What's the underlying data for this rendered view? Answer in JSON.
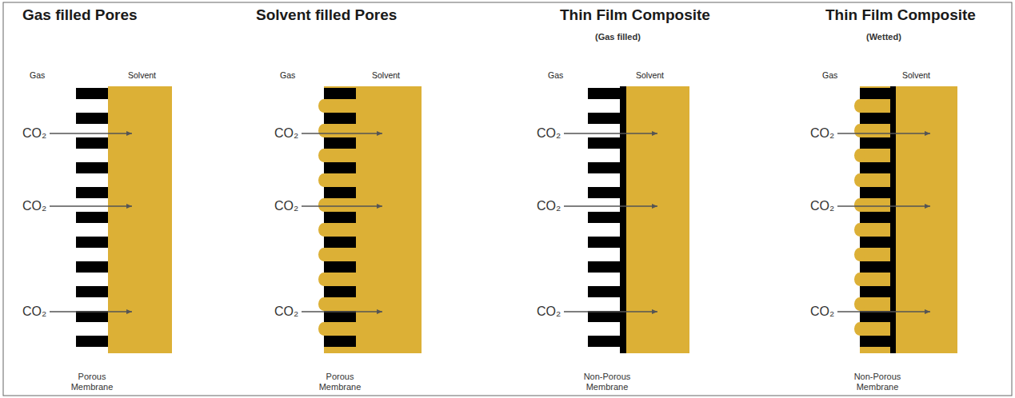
{
  "diagram": {
    "labels": [
      "Gas filled Pores",
      "Gas",
      "Solvent",
      "CO₂",
      "CO₂",
      "CO₂",
      "Porous Membrane",
      "Solvent filled Pores",
      "Gas",
      "Solvent",
      "CO₂",
      "CO₂",
      "CO₂",
      "Porous Membrane",
      "Thin Film Composite",
      "(Gas filled)",
      "Gas",
      "Solvent",
      "CO₂",
      "CO₂",
      "CO₂",
      "Non-Porous Membrane",
      "Thin Film Composite",
      "(Wetted)",
      "Gas",
      "Solvent",
      "CO₂",
      "CO₂",
      "CO₂",
      "Non-Porous Membrane"
    ]
  }
}
